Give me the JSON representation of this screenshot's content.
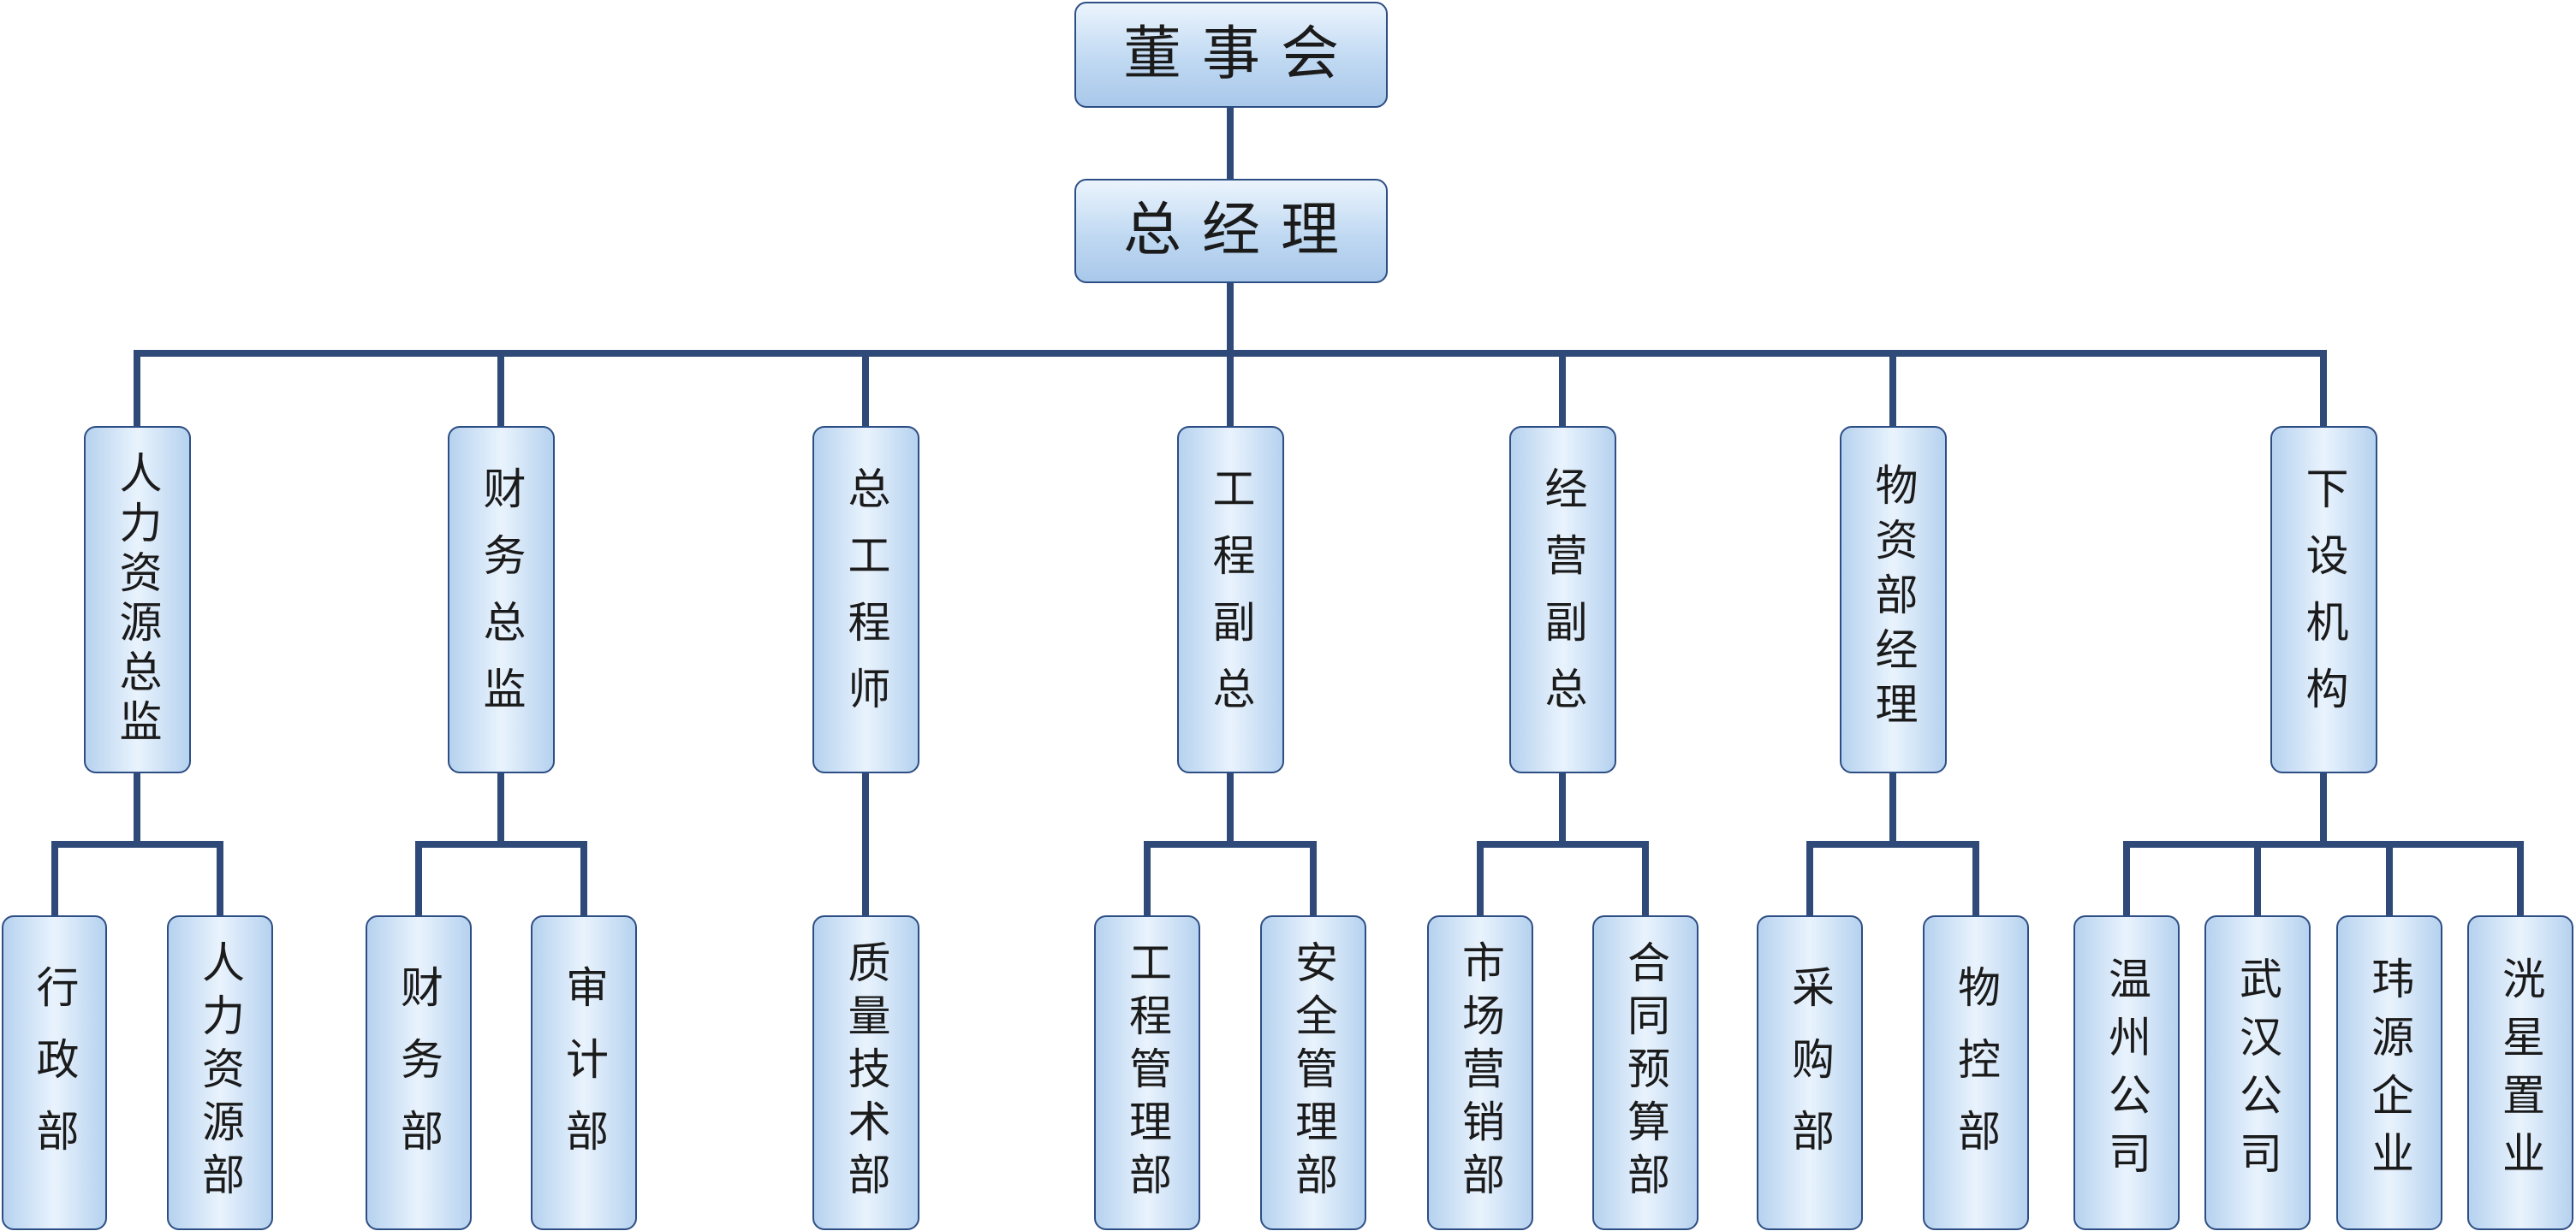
{
  "org_chart": {
    "board": "董事会",
    "general_manager": "总经理",
    "divisions": [
      {
        "title": "人力资源总监",
        "departments": [
          "行政部",
          "人力资源部"
        ]
      },
      {
        "title": "财务总监",
        "departments": [
          "财务部",
          "审计部"
        ]
      },
      {
        "title": "总工程师",
        "departments": [
          "质量技术部"
        ]
      },
      {
        "title": "工程副总",
        "departments": [
          "工程管理部",
          "安全管理部"
        ]
      },
      {
        "title": "经营副总",
        "departments": [
          "市场营销部",
          "合同预算部"
        ]
      },
      {
        "title": "物资部经理",
        "departments": [
          "采购部",
          "物控部"
        ]
      },
      {
        "title": "下设机构",
        "departments": [
          "温州公司",
          "武汉公司",
          "玮源企业",
          "洸星置业"
        ]
      }
    ]
  },
  "colors": {
    "connector": "#2f4a78",
    "box_border": "#2d4e84",
    "box_fill_edge": "#b6d2ef",
    "box_fill_center": "#e9f3fd",
    "text": "#1b1b1b"
  }
}
